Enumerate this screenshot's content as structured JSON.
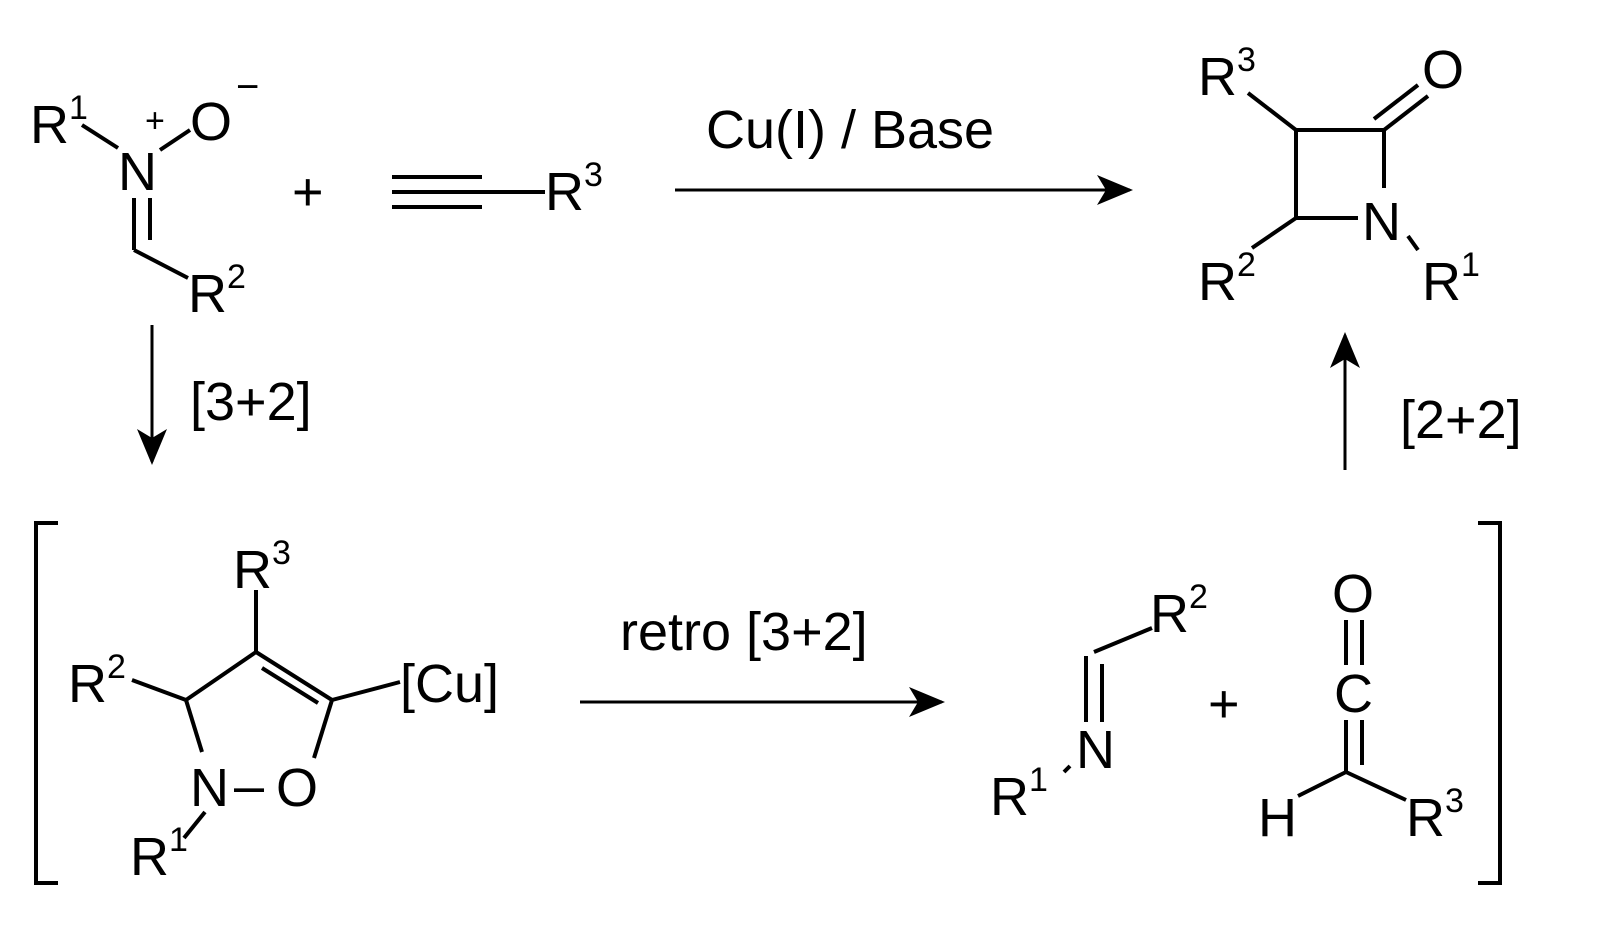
{
  "reagents": {
    "conditions": "Cu(I) / Base",
    "plus": "+"
  },
  "nitrone": {
    "r1": "R",
    "r1_sup": "1",
    "n": "N",
    "n_charge": "+",
    "o": "O",
    "o_charge": "−",
    "r2": "R",
    "r2_sup": "2"
  },
  "alkyne": {
    "r3": "R",
    "r3_sup": "3"
  },
  "product": {
    "r3": "R",
    "r3_sup": "3",
    "o": "O",
    "n": "N",
    "r2": "R",
    "r2_sup": "2",
    "r1": "R",
    "r1_sup": "1"
  },
  "steps": {
    "cycloaddition": "[3+2]",
    "retro": "retro [3+2]",
    "staudinger": "[2+2]"
  },
  "intermediate": {
    "r3": "R",
    "r3_sup": "3",
    "r2": "R",
    "r2_sup": "2",
    "cu": "[Cu]",
    "n": "N",
    "dash": "–",
    "o": "O",
    "r1": "R",
    "r1_sup": "1"
  },
  "imine": {
    "r2": "R",
    "r2_sup": "2",
    "n": "N",
    "r1": "R",
    "r1_sup": "1"
  },
  "ketene": {
    "plus": "+",
    "o": "O",
    "c": "C",
    "h": "H",
    "r3": "R",
    "r3_sup": "3"
  }
}
